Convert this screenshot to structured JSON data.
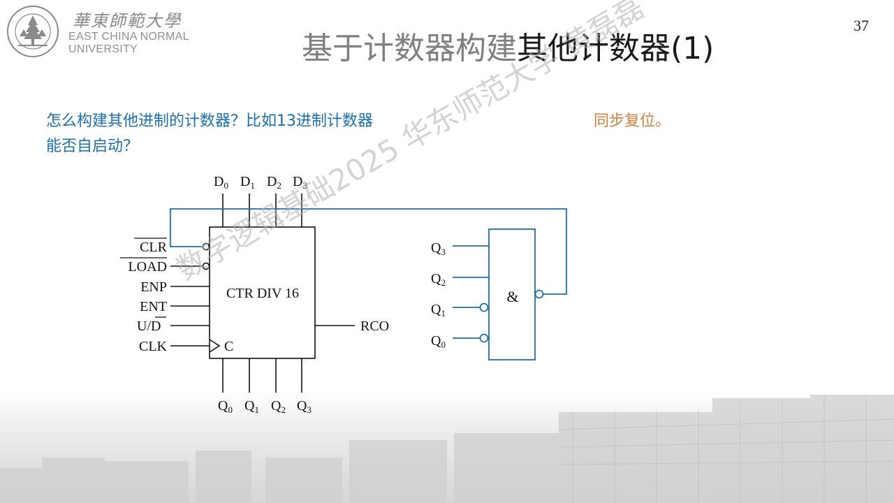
{
  "header": {
    "university_cn": "華東師範大學",
    "university_en_line1": "EAST CHINA NORMAL",
    "university_en_line2": "UNIVERSITY",
    "page_number": "37"
  },
  "title": {
    "part1": "基于计数器构建",
    "part2": "其他计数器(1)"
  },
  "question": {
    "line1": "怎么构建其他进制的计数器？比如13进制计数器",
    "line2": "能否自启动？"
  },
  "note": "同步复位。",
  "watermark": "数字逻辑基础2025 华东师范大学 黄磊磊",
  "circuit": {
    "counter_label": "CTR DIV 16",
    "clock_label": "C",
    "rco_label": "RCO",
    "left_inputs": {
      "clr": "CLR",
      "load": "LOAD",
      "enp": "ENP",
      "ent": "ENT",
      "ud_prefix": "U/",
      "ud_bar": "D",
      "clk": "CLK"
    },
    "data_inputs": {
      "d0": "D",
      "d0_sub": "0",
      "d1": "D",
      "d1_sub": "1",
      "d2": "D",
      "d2_sub": "2",
      "d3": "D",
      "d3_sub": "3"
    },
    "outputs": {
      "q0": "Q",
      "q0_sub": "0",
      "q1": "Q",
      "q1_sub": "1",
      "q2": "Q",
      "q2_sub": "2",
      "q3": "Q",
      "q3_sub": "3"
    },
    "gate": {
      "label": "&",
      "in_q3": "Q",
      "in_q3_sub": "3",
      "in_q2": "Q",
      "in_q2_sub": "2",
      "in_q1": "Q",
      "in_q1_sub": "1",
      "in_q0": "Q",
      "in_q0_sub": "0"
    }
  },
  "colors": {
    "title_grey": "#7f7f7f",
    "question_blue": "#1a6fae",
    "note_orange": "#d0813e",
    "wire_blue": "#1f6fa8"
  }
}
